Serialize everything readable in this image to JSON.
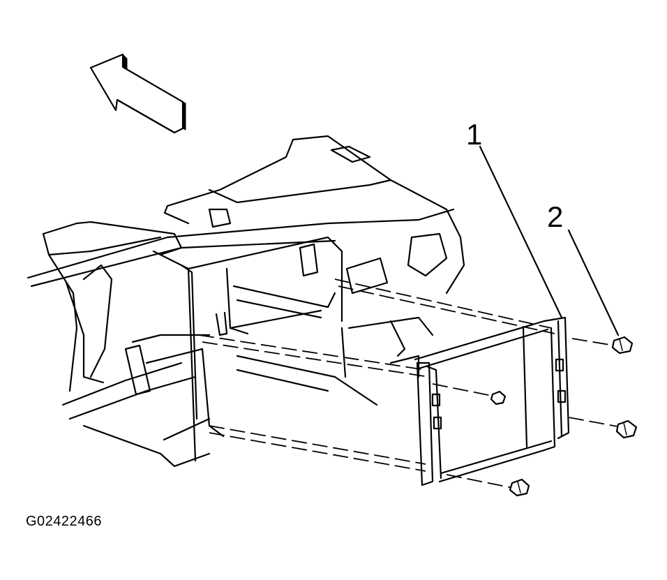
{
  "callouts": {
    "one": "1",
    "two": "2"
  },
  "figure_id": "G02422466",
  "icons": {
    "arrow": "forward-direction-arrow-icon"
  }
}
